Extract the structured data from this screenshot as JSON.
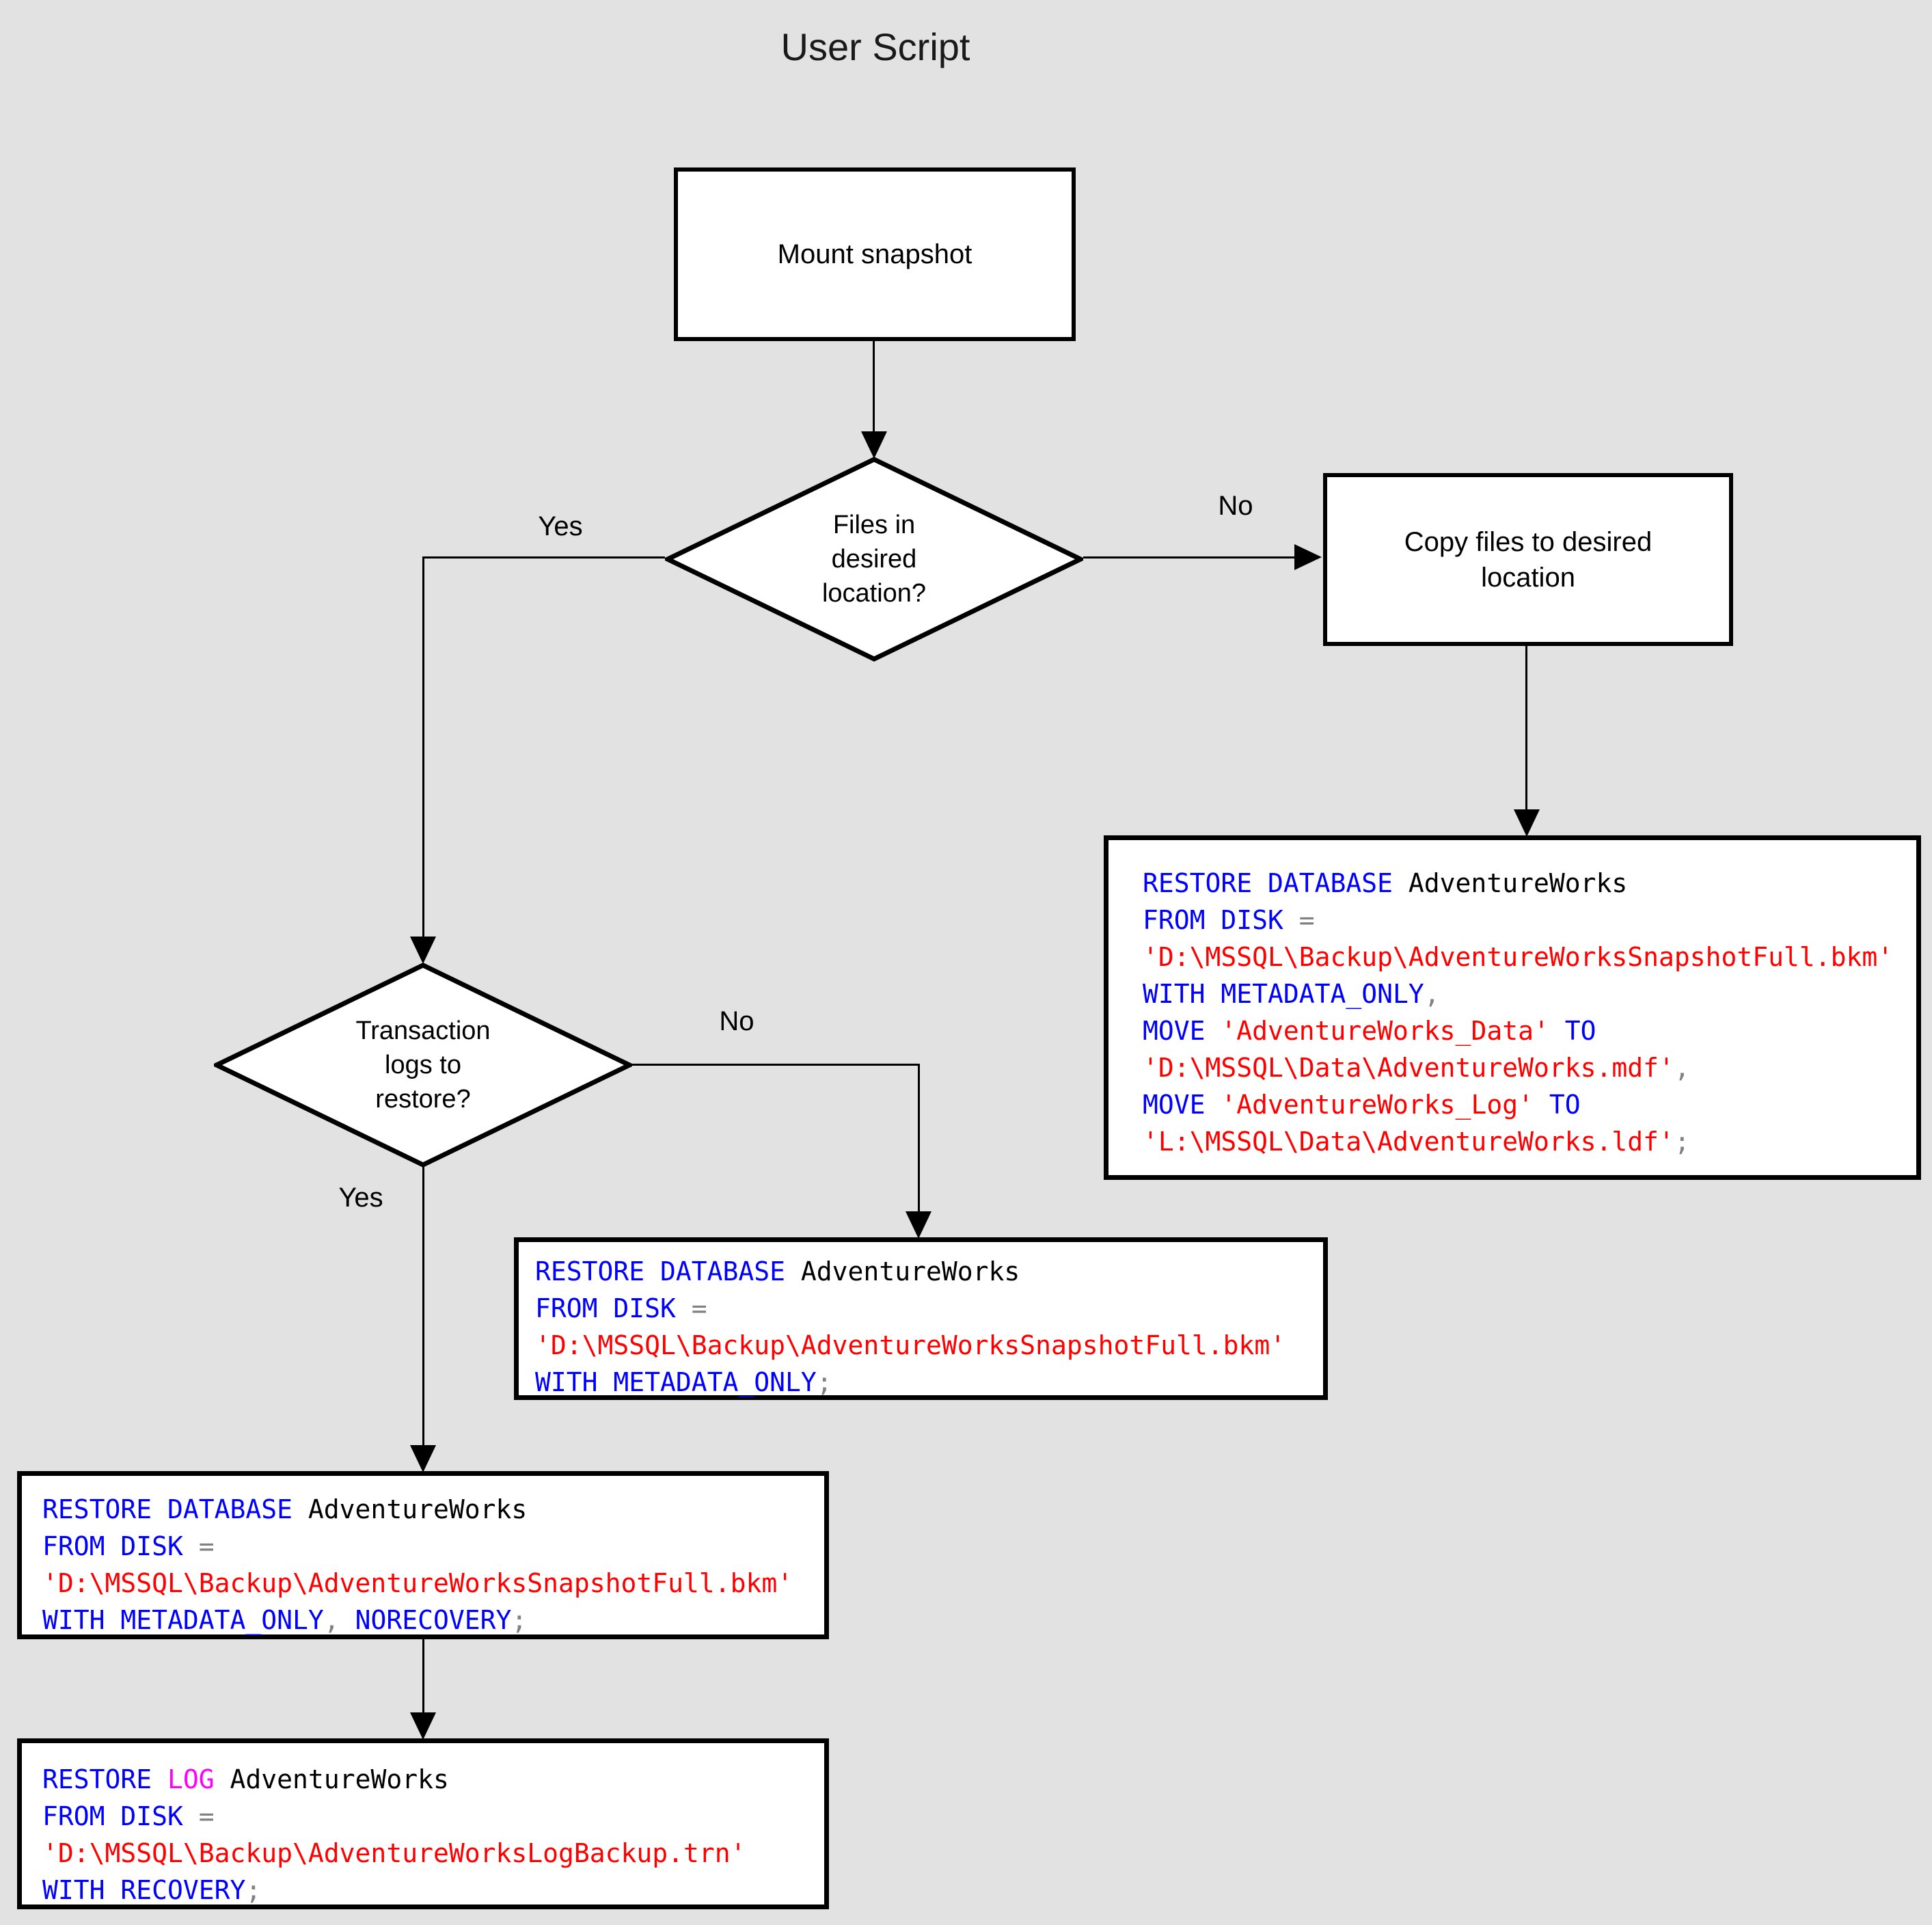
{
  "title": "User Script",
  "background_color": "#e2e2e2",
  "shape_fill": "#ffffff",
  "shape_border_color": "#000000",
  "nodes": {
    "mount": {
      "label": "Mount snapshot"
    },
    "decision_files": {
      "line1": "Files in",
      "line2": "desired",
      "line3": "location?"
    },
    "copy_files": {
      "line1": "Copy files to desired",
      "line2": "location"
    },
    "decision_logs": {
      "line1": "Transaction",
      "line2": "logs to",
      "line3": "restore?"
    }
  },
  "edge_labels": {
    "files_yes": "Yes",
    "files_no": "No",
    "logs_yes": "Yes",
    "logs_no": "No"
  },
  "code_colors": {
    "kw": "#0000ff",
    "id": "#000000",
    "str": "#ff0000",
    "op": "#808080",
    "log": "#ff00ff"
  },
  "code_boxes": {
    "restore_move": [
      [
        {
          "c": "kw",
          "t": "RESTORE DATABASE"
        },
        {
          "c": "id",
          "t": " AdventureWorks"
        }
      ],
      [
        {
          "c": "kw",
          "t": "FROM DISK"
        },
        {
          "c": "op",
          "t": " ="
        }
      ],
      [
        {
          "c": "str",
          "t": "'D:\\MSSQL\\Backup\\AdventureWorksSnapshotFull.bkm'"
        }
      ],
      [
        {
          "c": "kw",
          "t": "WITH METADATA_ONLY"
        },
        {
          "c": "op",
          "t": ","
        }
      ],
      [
        {
          "c": "kw",
          "t": "MOVE"
        },
        {
          "c": "str",
          "t": " 'AdventureWorks_Data'"
        },
        {
          "c": "kw",
          "t": " TO"
        }
      ],
      [
        {
          "c": "str",
          "t": "'D:\\MSSQL\\Data\\AdventureWorks.mdf'"
        },
        {
          "c": "op",
          "t": ","
        }
      ],
      [
        {
          "c": "kw",
          "t": "MOVE"
        },
        {
          "c": "str",
          "t": " 'AdventureWorks_Log'"
        },
        {
          "c": "kw",
          "t": " TO"
        }
      ],
      [
        {
          "c": "str",
          "t": "'L:\\MSSQL\\Data\\AdventureWorks.ldf'"
        },
        {
          "c": "op",
          "t": ";"
        }
      ]
    ],
    "restore_metadata": [
      [
        {
          "c": "kw",
          "t": "RESTORE DATABASE"
        },
        {
          "c": "id",
          "t": " AdventureWorks"
        }
      ],
      [
        {
          "c": "kw",
          "t": "FROM DISK"
        },
        {
          "c": "op",
          "t": " ="
        }
      ],
      [
        {
          "c": "str",
          "t": "'D:\\MSSQL\\Backup\\AdventureWorksSnapshotFull.bkm'"
        }
      ],
      [
        {
          "c": "kw",
          "t": "WITH METADATA_ONLY"
        },
        {
          "c": "op",
          "t": ";"
        }
      ]
    ],
    "restore_norecovery": [
      [
        {
          "c": "kw",
          "t": "RESTORE DATABASE"
        },
        {
          "c": "id",
          "t": " AdventureWorks"
        }
      ],
      [
        {
          "c": "kw",
          "t": "FROM DISK"
        },
        {
          "c": "op",
          "t": " ="
        }
      ],
      [
        {
          "c": "str",
          "t": "'D:\\MSSQL\\Backup\\AdventureWorksSnapshotFull.bkm'"
        }
      ],
      [
        {
          "c": "kw",
          "t": "WITH METADATA_ONLY"
        },
        {
          "c": "op",
          "t": ","
        },
        {
          "c": "kw",
          "t": " NORECOVERY"
        },
        {
          "c": "op",
          "t": ";"
        }
      ]
    ],
    "restore_log": [
      [
        {
          "c": "kw",
          "t": "RESTORE"
        },
        {
          "c": "log",
          "t": " LOG"
        },
        {
          "c": "id",
          "t": " AdventureWorks"
        }
      ],
      [
        {
          "c": "kw",
          "t": "FROM DISK"
        },
        {
          "c": "op",
          "t": " ="
        }
      ],
      [
        {
          "c": "str",
          "t": "'D:\\MSSQL\\Backup\\AdventureWorksLogBackup.trn'"
        }
      ],
      [
        {
          "c": "kw",
          "t": "WITH RECOVERY"
        },
        {
          "c": "op",
          "t": ";"
        }
      ]
    ]
  }
}
